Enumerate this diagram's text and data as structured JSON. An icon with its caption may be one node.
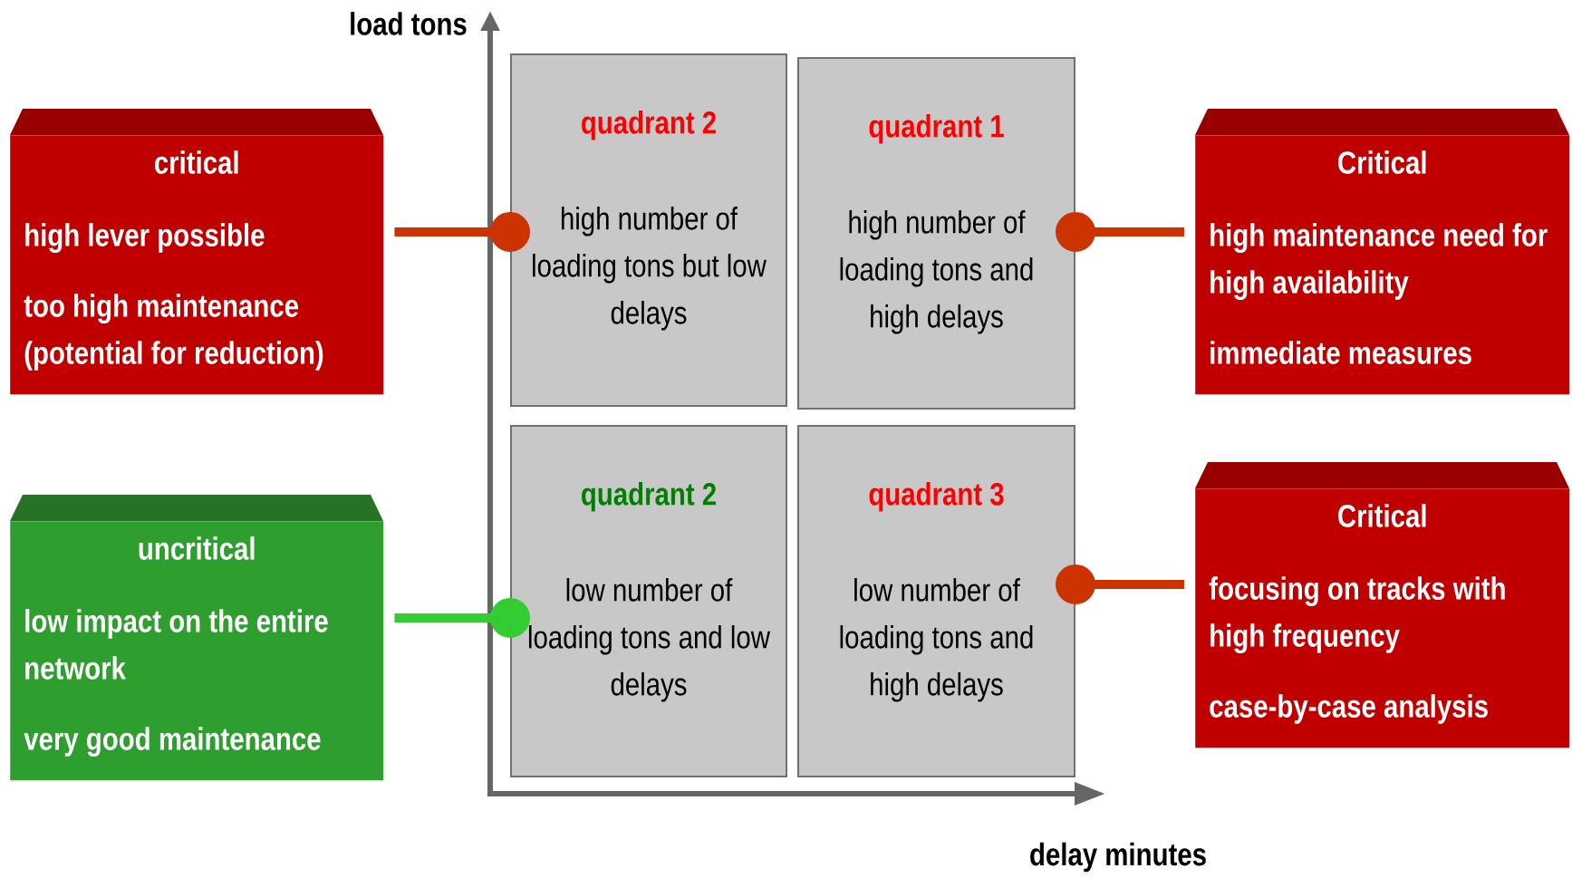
{
  "diagram": {
    "nodes": [
      {
        "text": [
          "critical",
          "high lever possible",
          "too high maintenance (potential for reduction)"
        ]
      },
      {
        "text": [
          "uncritical",
          "low impact on the entire network",
          "very good maintenance"
        ]
      },
      {
        "text": [
          "quadrant 2",
          "high number of loading tons but low delays"
        ]
      },
      {
        "text": [
          "quadrant 1",
          "high number of loading tons and high delays"
        ]
      },
      {
        "text": [
          "quadrant 2",
          "low number of loading tons and low delays"
        ]
      },
      {
        "text": [
          "quadrant 3",
          "low number of loading tons and high delays"
        ]
      },
      {
        "text": [
          "Critical",
          "high maintenance need for high availability",
          "immediate measures"
        ]
      },
      {
        "text": [
          "Critical",
          "focusing on tracks with high frequency",
          "case-by-case analysis"
        ]
      }
    ],
    "edges": [
      {
        "from": 0,
        "to": 2,
        "arrow": "other"
      },
      {
        "from": 1,
        "to": 4,
        "arrow": "other",
        "color": "#33cc33"
      },
      {
        "from": 6,
        "to": 3,
        "arrow": "other"
      },
      {
        "from": 7,
        "to": 5,
        "arrow": "other"
      }
    ],
    "labels": [
      "load tons",
      "delay minutes"
    ]
  }
}
